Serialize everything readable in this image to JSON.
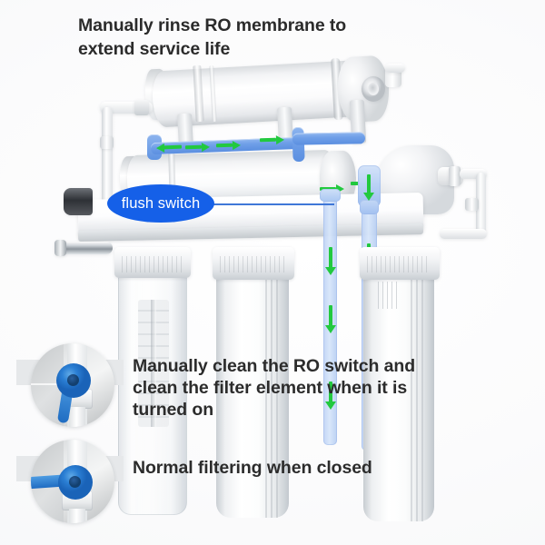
{
  "title": "Manually rinse RO membrane to\nextend service life",
  "callout": {
    "flush_switch_label": "flush switch",
    "line_color": "#3f77d8",
    "ellipse_color": "#1560e8",
    "text_color": "#ffffff"
  },
  "captions": {
    "open_state": "Manually clean the RO switch and\nclean the filter element when it is\nturned on",
    "closed_state": "Normal filtering when closed"
  },
  "insets": [
    {
      "name": "valve-open-photo",
      "handle_position": "down",
      "describes": "open_state"
    },
    {
      "name": "valve-closed-photo",
      "handle_position": "left",
      "describes": "closed_state"
    }
  ],
  "colors": {
    "title_text": "#2b2b2b",
    "caption_text": "#2c2c2c",
    "flow_arrow_green": "#22c93f",
    "tube_blue": "#6f9fe8",
    "tube_light_blue": "#bcd4f5",
    "valve_dark_blue": "#1f5bc0",
    "inset_band_gray": "#e6e8ea",
    "background": "#ffffff"
  },
  "flow_arrows": {
    "direction_top_row": "right",
    "direction_left_end": "left",
    "direction_vertical": "down",
    "count_total": 12
  },
  "components": {
    "ro_membrane_housing": "RO membrane housing",
    "pre_filter_cylinder": "Pre-filter cylinder",
    "manifold_head": "Manifold head plate",
    "filter_housing_1": "Transparent filter housing",
    "filter_housing_2": "Filter housing",
    "filter_housing_3": "Filter housing",
    "pump": "Booster pump",
    "flush_valve": "Flush valve handle"
  }
}
